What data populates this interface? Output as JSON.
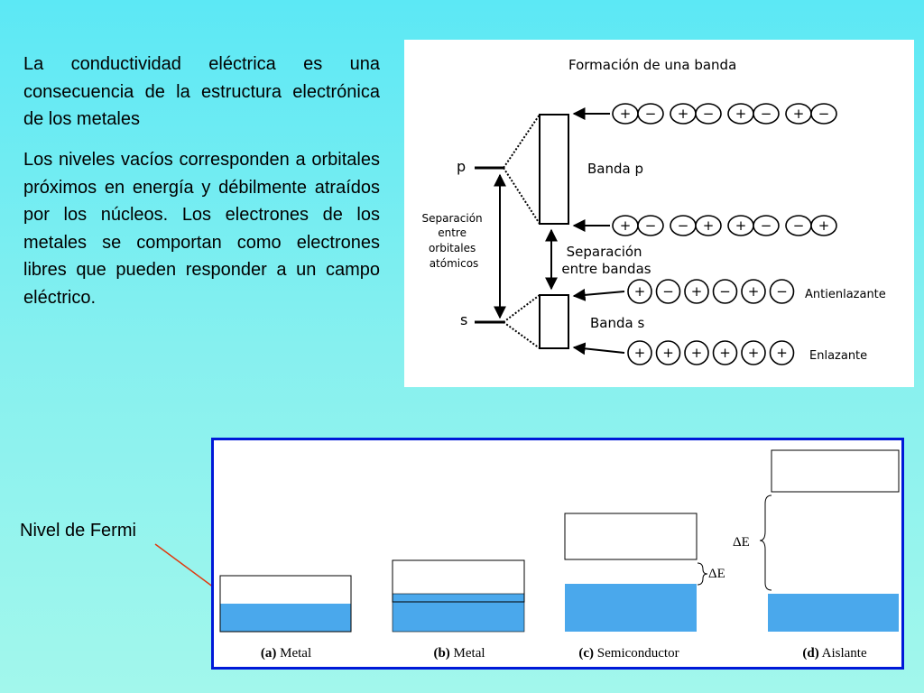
{
  "text": {
    "paragraph_1": "La conductividad eléctrica es una consecuencia de la estructura electrónica de los metales",
    "paragraph_2": "Los niveles vacíos corresponden a orbitales próximos en energía y débilmente atraídos por los núcleos. Los electrones de los metales se comportan como electrones libres que pueden responder a un campo eléctrico.",
    "fermi_label": "Nivel de Fermi"
  },
  "band_diagram": {
    "title": "Formación de una banda",
    "p_level": "p",
    "s_level": "s",
    "band_p": "Banda p",
    "band_s": "Banda s",
    "orbital_gap": [
      "Separación",
      "entre",
      "orbitales",
      "atómicos"
    ],
    "band_gap": [
      "Separación",
      "entre bandas"
    ],
    "antibonding": "Antienlazante",
    "bonding": "Enlazante",
    "plus": "+",
    "minus": "−",
    "row_top": [
      "+",
      "−",
      "+",
      "−",
      "+",
      "−",
      "+",
      "−"
    ],
    "row_p_bottom": [
      "+",
      "−",
      "−",
      "+",
      "+",
      "−",
      "−",
      "+"
    ],
    "row_antibonding": [
      "+",
      "−",
      "+",
      "−",
      "+",
      "−"
    ],
    "row_bonding": [
      "+",
      "+",
      "+",
      "+",
      "+",
      "+"
    ]
  },
  "band_states": {
    "delta_e": "ΔE",
    "fill_color": "#4aa8ec",
    "frame_color": "#0019d8",
    "panels": [
      {
        "letter": "(a)",
        "name": " Metal"
      },
      {
        "letter": "(b)",
        "name": " Metal"
      },
      {
        "letter": "(c)",
        "name": " Semiconductor"
      },
      {
        "letter": "(d)",
        "name": " Aislante"
      }
    ]
  }
}
